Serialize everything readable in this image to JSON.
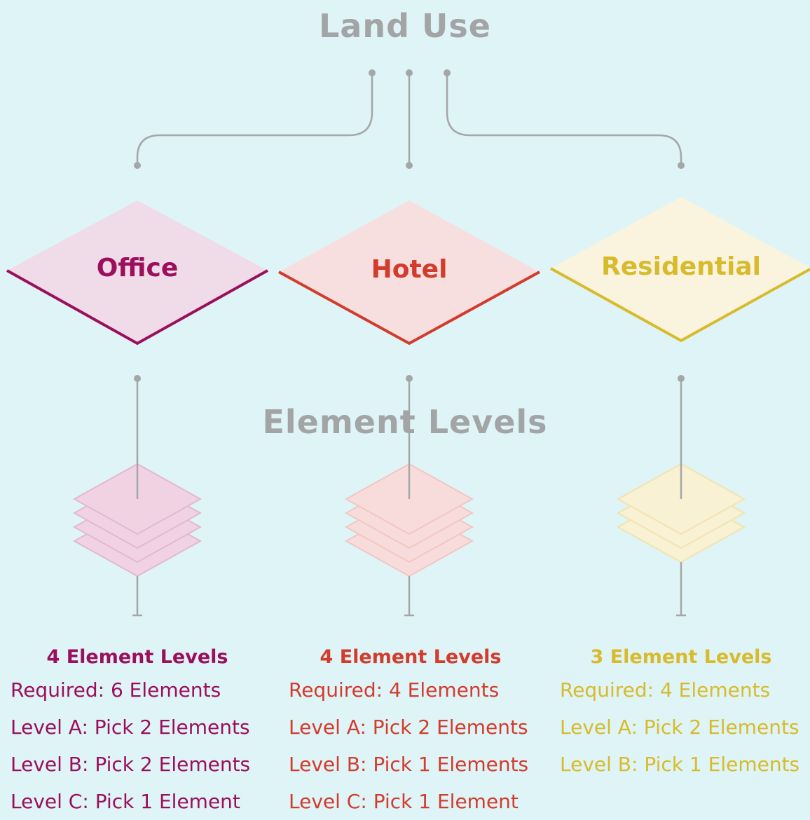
{
  "title": "Land Use",
  "subtitle": "Element Levels",
  "categories": [
    {
      "name": "Office",
      "color": "#9b0f5c",
      "fill": "#f0dbe8",
      "layer_fill": "#f0d2e3",
      "layer_stroke": "#e2b8d0",
      "layers": 4,
      "summary": "4 Element Levels",
      "lines": [
        "Required: 6 Elements",
        "Level A: Pick 2 Elements",
        "Level B: Pick 2 Elements",
        "Level C: Pick 1 Element"
      ]
    },
    {
      "name": "Hotel",
      "color": "#d33b2d",
      "fill": "#f7dfe0",
      "layer_fill": "#f8dcdb",
      "layer_stroke": "#f1c6c2",
      "layers": 4,
      "summary": "4 Element Levels",
      "lines": [
        "Required: 4 Elements",
        "Level A: Pick 2 Elements",
        "Level B: Pick 1 Elements",
        "Level C: Pick 1 Element"
      ]
    },
    {
      "name": "Residential",
      "color": "#d8bb2c",
      "fill": "#faf4df",
      "layer_fill": "#f9f1d3",
      "layer_stroke": "#f2e3b0",
      "layers": 3,
      "summary": "3 Element Levels",
      "lines": [
        "Required: 4 Elements",
        "Level A: Pick 2 Elements",
        "Level B: Pick 1 Elements"
      ]
    }
  ],
  "connector_color": "#a5a6a8"
}
